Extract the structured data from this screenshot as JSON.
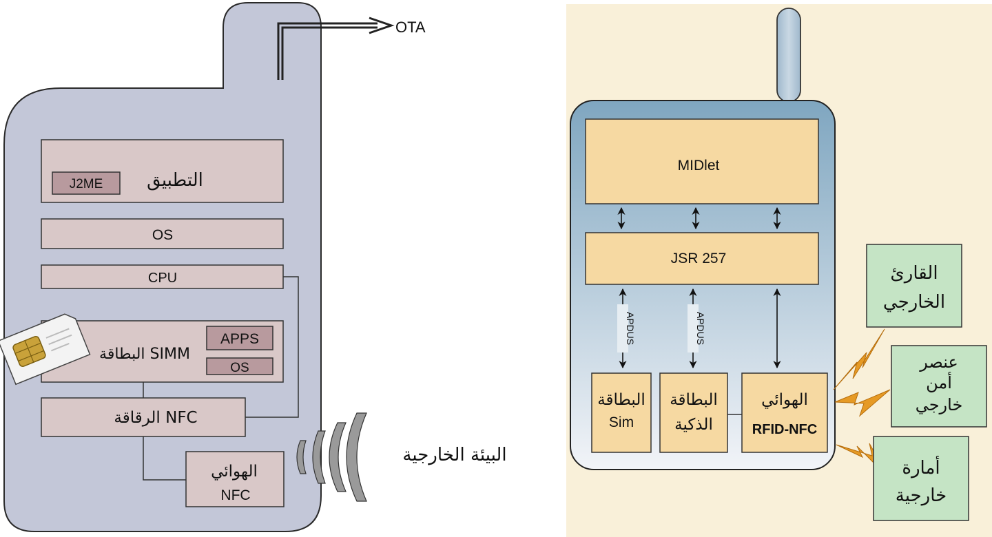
{
  "left_diagram": {
    "ota_label": "OTA",
    "application_label": "التطبيق",
    "j2me_label": "J2ME",
    "os_label": "OS",
    "cpu_label": "CPU",
    "simm_label": "البطاقة SIMM",
    "apps_label": "APPS",
    "sim_os_label": "OS",
    "nfc_chip_label": "الرقاقة NFC",
    "antenna_label_line1": "الهوائي",
    "antenna_label_line2": "NFC",
    "environment_label": "البيئة الخارجية"
  },
  "right_diagram": {
    "midlet_label": "MIDlet",
    "jsr_label": "JSR 257",
    "apdus_label_1": "APDUS",
    "apdus_label_2": "APDUS",
    "sim_card_line1": "البطاقة",
    "sim_card_line2": "Sim",
    "smart_card_line1": "البطاقة",
    "smart_card_line2": "الذكية",
    "rfid_line1": "الهوائي",
    "rfid_line2": "RFID-NFC",
    "external_reader_line1": "القارئ",
    "external_reader_line2": "الخارجي",
    "external_secure_line1": "عنصر",
    "external_secure_line2": "أمن",
    "external_secure_line3": "خارجي",
    "external_tag_line1": "أمارة",
    "external_tag_line2": "خارجية"
  },
  "colors": {
    "left_phone_fill": "#c3c7d8",
    "left_block_fill": "#d9c8c8",
    "left_inner_fill": "#b89a9e",
    "right_panel_bg": "#f9f0d9",
    "right_block_fill": "#f6d9a2",
    "external_box_fill": "#c5e4c5",
    "lightning": "#e69a25"
  }
}
